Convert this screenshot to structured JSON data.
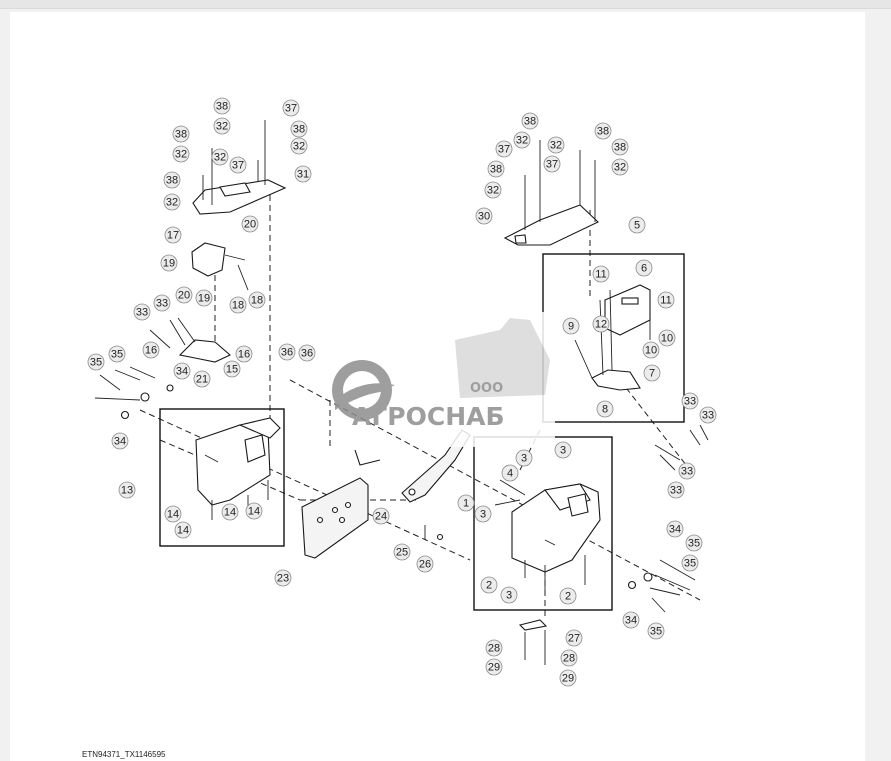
{
  "figure_code": "ETN94371_TX1146595",
  "watermark": {
    "line1": "ООО",
    "line2": "АГРОСНАБ"
  },
  "callouts": {
    "c38a": "38",
    "c37a": "37",
    "c32a": "32",
    "c38b": "38",
    "c38c": "38",
    "c32b": "32",
    "c32c": "32",
    "c32d": "32",
    "c38d": "38",
    "c37b": "37",
    "c31": "31",
    "c32e": "32",
    "c20a": "20",
    "c17": "17",
    "c19a": "19",
    "c20b": "20",
    "c19b": "19",
    "c18a": "18",
    "c18b": "18",
    "c33a": "33",
    "c33b": "33",
    "c16a": "16",
    "c16b": "16",
    "c21": "21",
    "c15": "15",
    "c35a": "35",
    "c35b": "35",
    "c34a": "34",
    "c34b": "34",
    "c36a": "36",
    "c36b": "36",
    "c13": "13",
    "c14a": "14",
    "c14b": "14",
    "c14c": "14",
    "c14d": "14",
    "c23": "23",
    "c24": "24",
    "c25": "25",
    "c26": "26",
    "c38e": "38",
    "c32f": "32",
    "c37c": "37",
    "c32g": "32",
    "c38f": "38",
    "c38g": "38",
    "c38h": "38",
    "c37d": "37",
    "c32h": "32",
    "c32i": "32",
    "c30": "30",
    "c5": "5",
    "c6": "6",
    "c11a": "11",
    "c11b": "11",
    "c12": "12",
    "c9": "9",
    "c10a": "10",
    "c10b": "10",
    "c7": "7",
    "c8": "8",
    "c33c": "33",
    "c33d": "33",
    "c33e": "33",
    "c33f": "33",
    "c3a": "3",
    "c3b": "3",
    "c4": "4",
    "c1": "1",
    "c3c": "3",
    "c2a": "2",
    "c3d": "3",
    "c2b": "2",
    "c34c": "34",
    "c35c": "35",
    "c35d": "35",
    "c34d": "34",
    "c35e": "35",
    "c27": "27",
    "c28a": "28",
    "c28b": "28",
    "c29a": "29",
    "c29b": "29"
  }
}
